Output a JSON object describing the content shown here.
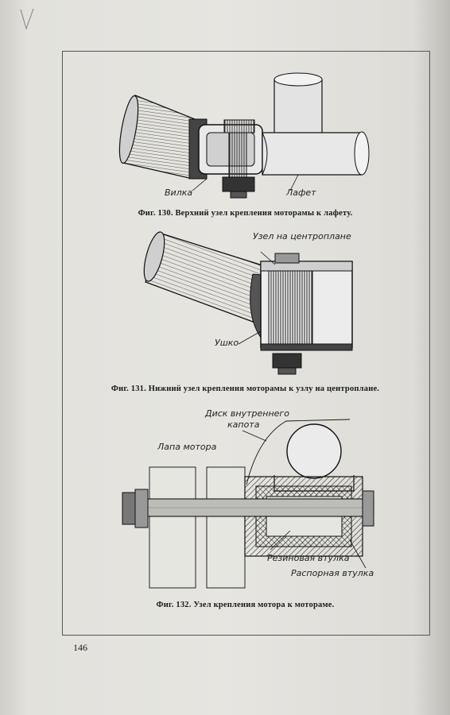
{
  "figures": [
    {
      "caption": "Фиг. 130. Верхний узел крепления моторамы к лафету.",
      "labels": {
        "fork": "Вилка",
        "carriage": "Лафет"
      }
    },
    {
      "caption": "Фиг. 131. Нижний узел крепления моторамы к узлу на центроплане.",
      "labels": {
        "center_section_node": "Узел на центроплане",
        "lug": "Ушко"
      }
    },
    {
      "caption": "Фиг. 132. Узел крепления мотора к мотораме.",
      "labels": {
        "cowl_disk_line1": "Диск внутреннего",
        "cowl_disk_line2": "капота",
        "motor_paw": "Лапа мотора",
        "rubber_bushing": "Резиновая втулка",
        "spacer_bushing": "Распорная втулка"
      }
    }
  ],
  "page_number": "146"
}
